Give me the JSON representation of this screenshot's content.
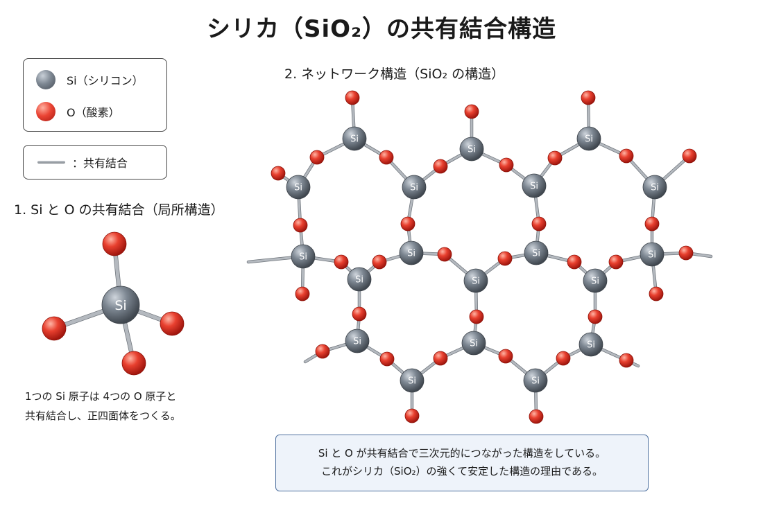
{
  "title": "シリカ（SiO₂）の共有結合構造",
  "legend": {
    "si_label": "Si（シリコン）",
    "o_label": "O（酸素）",
    "bond_label": "：共有結合"
  },
  "section1": {
    "title": "1. Si と O の共有結合（局所構造）",
    "center_atom": "Si",
    "caption_line1": "1つの Si 原子は 4つの O 原子と",
    "caption_line2": "共有結合し、正四面体をつくる。"
  },
  "section2": {
    "title": "2. ネットワーク構造（SiO₂ の構造）",
    "atom_label": "Si"
  },
  "note": {
    "line1": "Si と O が共有結合で三次元的につながった構造をしている。",
    "line2": "これがシリカ（SiO₂）の強くて安定した構造の理由である。"
  },
  "colors": {
    "si": "#6f7882",
    "o": "#e23b2c",
    "bond": "#9aa0a6",
    "note_border": "#4d6f9e",
    "note_bg": "#eef3fa"
  }
}
